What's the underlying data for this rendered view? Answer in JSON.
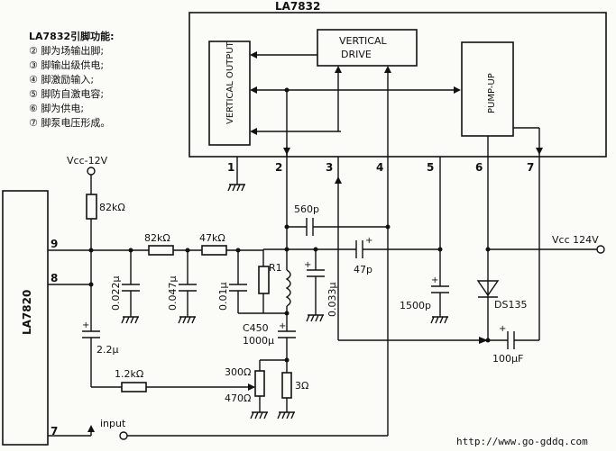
{
  "ic_main": {
    "name": "LA7832",
    "blocks": {
      "vertical_output": "VERTICAL OUTPUT",
      "vertical_drive_1": "VERTICAL",
      "vertical_drive_2": "DRIVE",
      "pump_up": "PUMP-UP"
    },
    "pins": [
      "1",
      "2",
      "3",
      "4",
      "5",
      "6",
      "7"
    ]
  },
  "ic_left": {
    "name": "LA7820",
    "pins": [
      "9",
      "8",
      "7"
    ]
  },
  "notes": {
    "title": "LA7832引脚功能:",
    "lines": [
      "② 脚为场输出脚;",
      "③ 脚输出级供电;",
      "④ 脚激励输入;",
      "⑤ 脚防自激电容;",
      "⑥ 脚为供电;",
      "⑦ 脚泵电压形成。"
    ]
  },
  "supplies": {
    "vcc_12": "Vcc-12V",
    "vcc_124": "Vcc  124V"
  },
  "components": {
    "r_82k_vert": "82kΩ",
    "r_82k_horz": "82kΩ",
    "r_47k": "47kΩ",
    "c_022": "0.022μ",
    "c_047": "0.047μ",
    "c_001": "0.01μ",
    "r1": "R1",
    "c_560p": "560p",
    "c_47p": "47p",
    "c_0033": "0.033μ",
    "c_1500p": "1500p",
    "d_ds135": "DS135",
    "c450_name": "C450",
    "c450_val": "1000μ",
    "c_22": "2.2μ",
    "r_12k": "1.2kΩ",
    "r_300": "300Ω",
    "r_470": "470Ω",
    "r_3": "3Ω",
    "c_100": "100μF",
    "input": "input"
  },
  "watermark": "http://www.go-gddq.com"
}
